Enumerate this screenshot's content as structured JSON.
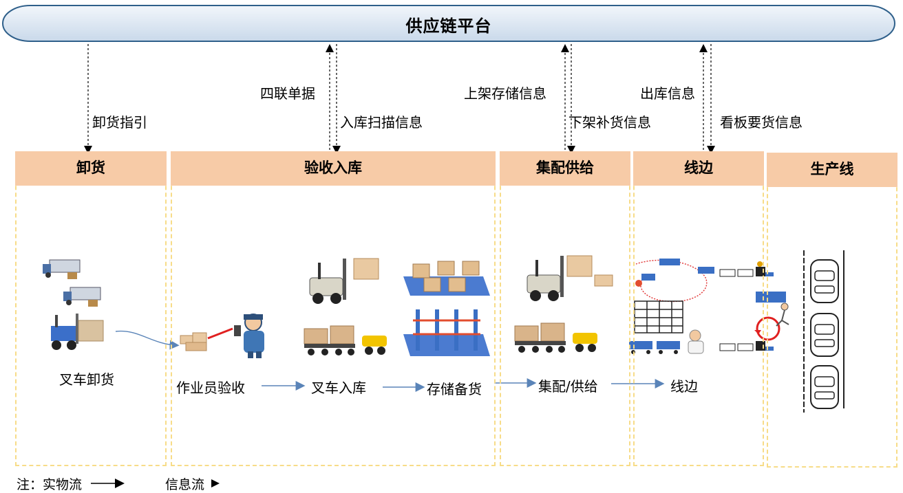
{
  "platform": {
    "title": "供应链平台"
  },
  "info_flows": {
    "unload_guide": "卸货指引",
    "four_part_docs": "四联单据",
    "inbound_scan": "入库扫描信息",
    "putaway_info": "上架存储信息",
    "pick_replenish": "下架补货信息",
    "outbound_info": "出库信息",
    "kanban_request": "看板要货信息"
  },
  "zones": {
    "unload": "卸货",
    "receiving": "验收入库",
    "kitting": "集配供给",
    "lineside": "线边",
    "production": "生产线"
  },
  "steps": {
    "forklift_unload": "叉车卸货",
    "operator_check": "作业员验收",
    "forklift_inbound": "叉车入库",
    "storage": "存储备货",
    "kitting_supply": "集配/供给",
    "lineside": "线边"
  },
  "legend": {
    "note": "注：实物流",
    "info": "信息流"
  },
  "colors": {
    "platform_fill": "#dde8f3",
    "platform_stroke": "#2e5f8a",
    "zone_header": "#f7cba7",
    "zone_border": "#f7dc88",
    "flow_arrow": "#5a84b8"
  }
}
